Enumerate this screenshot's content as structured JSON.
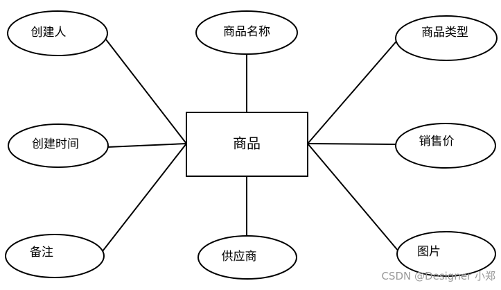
{
  "diagram": {
    "entity": {
      "label": "商品"
    },
    "attributes": {
      "creator": {
        "label": "创建人"
      },
      "name": {
        "label": "商品名称"
      },
      "type": {
        "label": "商品类型"
      },
      "create_time": {
        "label": "创建时间"
      },
      "price": {
        "label": "销售价"
      },
      "remark": {
        "label": "备注"
      },
      "supplier": {
        "label": "供应商"
      },
      "image": {
        "label": "图片"
      }
    },
    "colors": {
      "stroke": "#000000",
      "fill": "#ffffff",
      "watermark": "#9a9a9a"
    }
  },
  "watermark": "CSDN @Designer 小郑"
}
